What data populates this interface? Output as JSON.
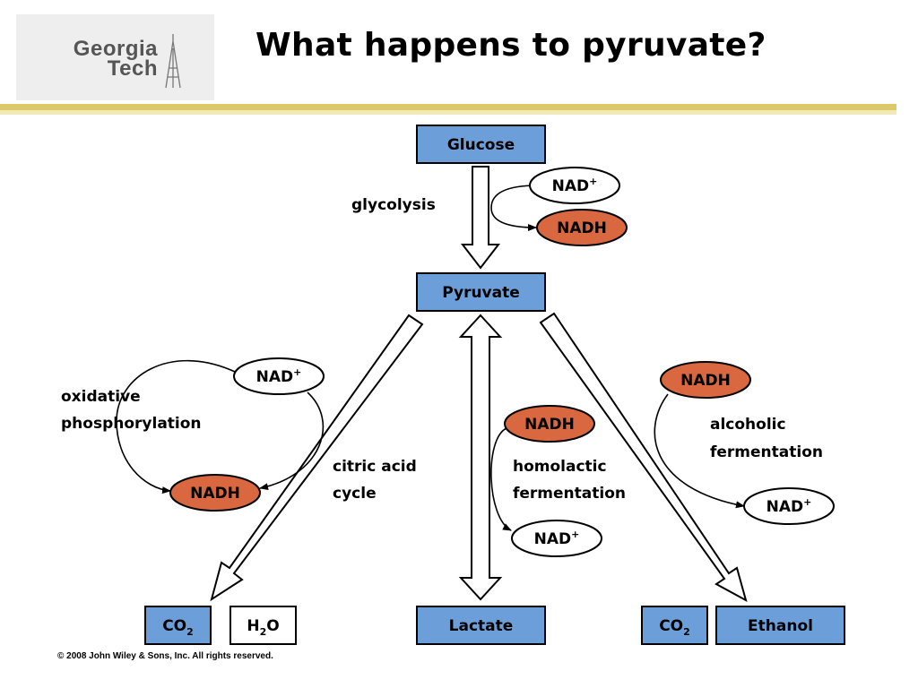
{
  "header": {
    "title": "What happens to pyruvate?",
    "logo_line1": "Georgia",
    "logo_line2": "Tech"
  },
  "colors": {
    "box_fill": "#6c9fd9",
    "nadh_fill": "#d9673f",
    "rule_gold": "#ddc868",
    "rule_light": "#f2e9b8",
    "logo_bg": "#eeeeee"
  },
  "diagram": {
    "boxes": {
      "glucose": "Glucose",
      "pyruvate": "Pyruvate",
      "lactate": "Lactate",
      "ethanol": "Ethanol",
      "co2_left": {
        "main": "CO",
        "sub": "2"
      },
      "h2o": {
        "pre": "H",
        "sub": "2",
        "post": "O"
      },
      "co2_right": {
        "main": "CO",
        "sub": "2"
      }
    },
    "labels": {
      "glycolysis": "glycolysis",
      "oxidative_1": "oxidative",
      "oxidative_2": "phosphorylation",
      "citric_1": "citric acid",
      "citric_2": "cycle",
      "homolactic_1": "homolactic",
      "homolactic_2": "fermentation",
      "alcoholic_1": "alcoholic",
      "alcoholic_2": "fermentation"
    },
    "cofactors": {
      "nad_main": "NAD",
      "nad_sup": "+",
      "nadh": "NADH"
    }
  },
  "footer": {
    "copyright": "© 2008 John Wiley & Sons, Inc. All rights reserved."
  }
}
